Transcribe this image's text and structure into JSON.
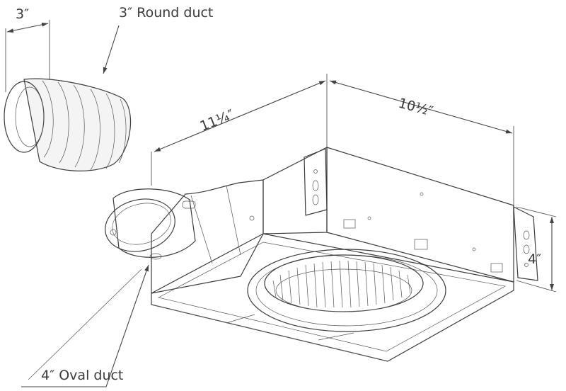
{
  "labels": {
    "round_duct_width": "3″",
    "round_duct": "3″ Round duct",
    "length": "11¼″",
    "width": "10½″",
    "height": "4″",
    "oval_duct": "4″ Oval duct"
  },
  "colors": {
    "line": "#3c3c3c",
    "text": "#3a3a3a",
    "background": "#ffffff"
  }
}
